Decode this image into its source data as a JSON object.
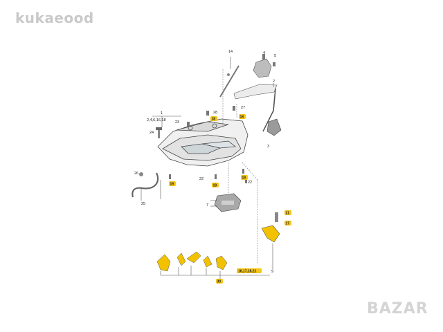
{
  "watermark_top": "kukaeood",
  "watermark_bottom": "BAZAR",
  "callouts": {
    "c1": "1",
    "c2": "2",
    "c2468": "2,4,6,16,18",
    "c3": "3",
    "c4": "4",
    "c5": "5",
    "c7": "7",
    "c9": "9",
    "c14": "14",
    "c17": "17",
    "c18a": "18",
    "c18b": "18",
    "c18c": "18",
    "c19a": "19",
    "c19b": "19",
    "c21": "21",
    "c22a": "22",
    "c22b": "22",
    "c23": "23",
    "c24": "24",
    "c25": "25",
    "c26": "26",
    "c27": "27",
    "c28": "28",
    "c30": "30",
    "c16172021": "16,17,18,21"
  }
}
